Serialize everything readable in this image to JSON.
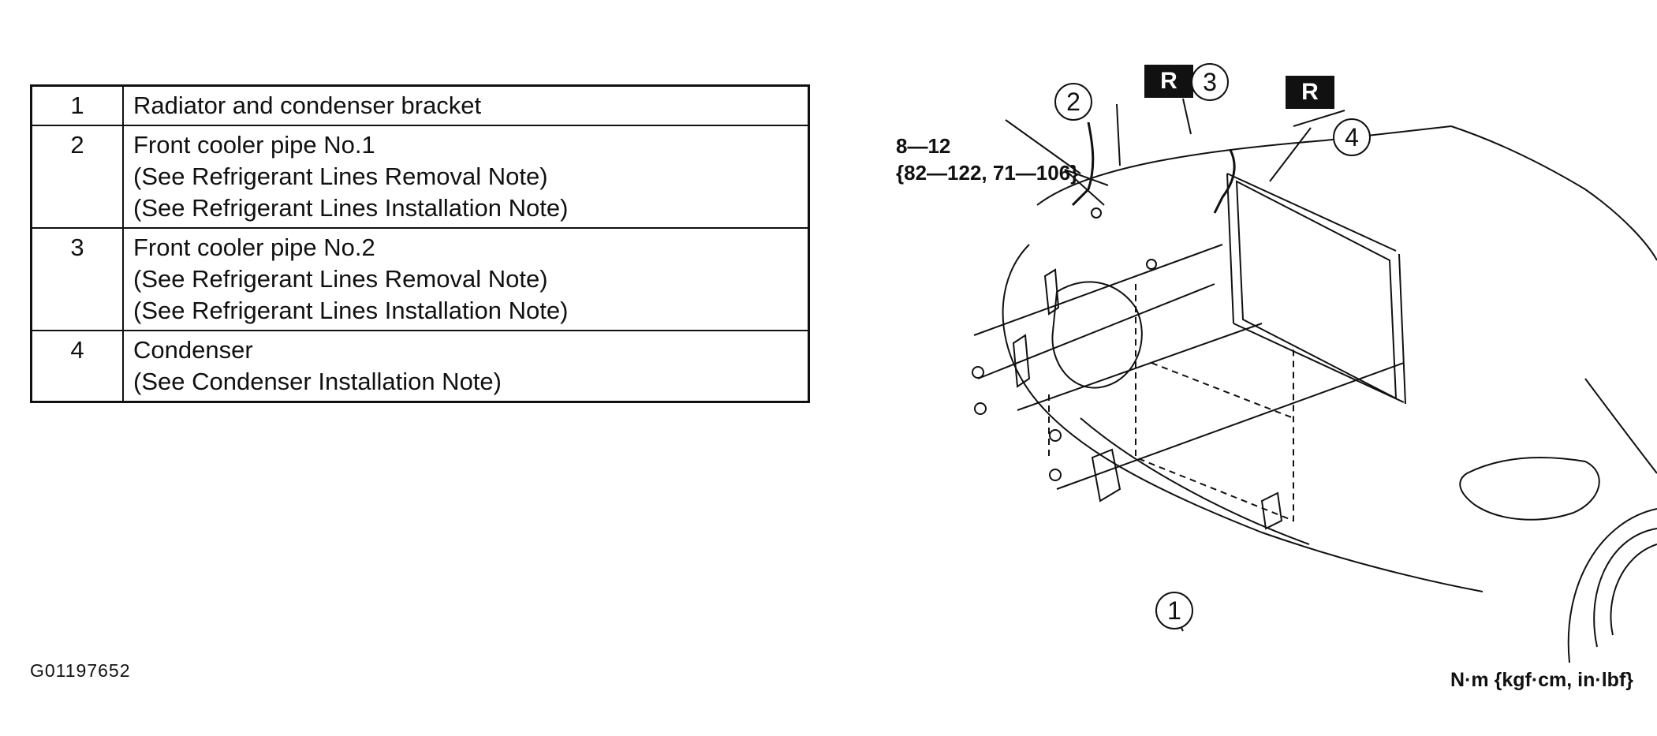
{
  "parts": [
    {
      "number": "1",
      "lines": [
        "Radiator and condenser bracket"
      ]
    },
    {
      "number": "2",
      "lines": [
        "Front cooler pipe No.1",
        "(See Refrigerant Lines Removal Note)",
        "(See Refrigerant Lines Installation Note)"
      ]
    },
    {
      "number": "3",
      "lines": [
        "Front cooler pipe No.2",
        "(See Refrigerant Lines Removal Note)",
        "(See Refrigerant Lines Installation Note)"
      ]
    },
    {
      "number": "4",
      "lines": [
        "Condenser",
        "(See Condenser Installation Note)"
      ]
    }
  ],
  "diagram": {
    "callouts": [
      "1",
      "2",
      "3",
      "4"
    ],
    "replace_badge": "R",
    "torque": {
      "line1": "8—12",
      "line2": "{82—122, 71—106}"
    },
    "units": "N·m {kgf·cm, in·lbf}"
  },
  "figure_id": "G01197652"
}
